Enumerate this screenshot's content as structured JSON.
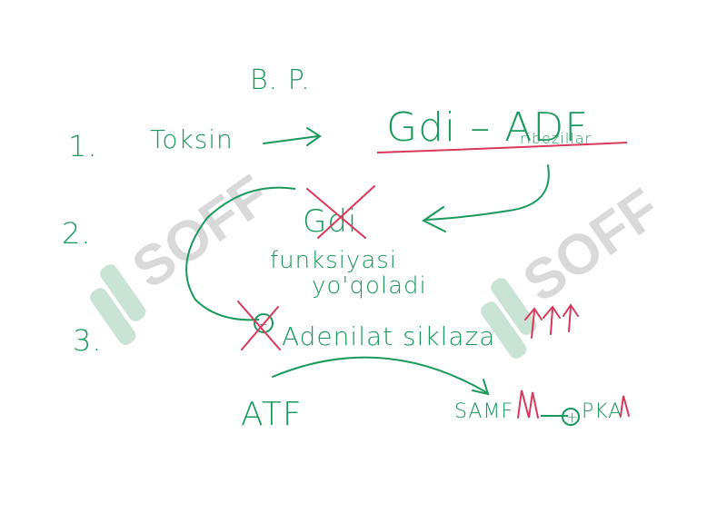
{
  "heading": "B. P.",
  "steps": [
    {
      "number": "1.",
      "text": "Toksin"
    },
    {
      "number": "2."
    },
    {
      "number": "3."
    }
  ],
  "gdi_adf": {
    "main": "Gdi – ADF",
    "sub": "ribozillar"
  },
  "gdi_crossed": "Gdi",
  "function_text": {
    "line1": "funksiyasi",
    "line2": "yo'qoladi"
  },
  "adenilat": {
    "sign": "–",
    "text": "Adenilat siklaza"
  },
  "atf": "ATF",
  "samf": {
    "text1": "SAMF",
    "text2": "PKA",
    "plus": "+"
  },
  "watermark": "SOFF",
  "colors": {
    "ink_green": "#1a9a5a",
    "ink_red": "#d9385a",
    "watermark_gray": "#d9d9d9",
    "watermark_green": "#c9e4d4"
  }
}
